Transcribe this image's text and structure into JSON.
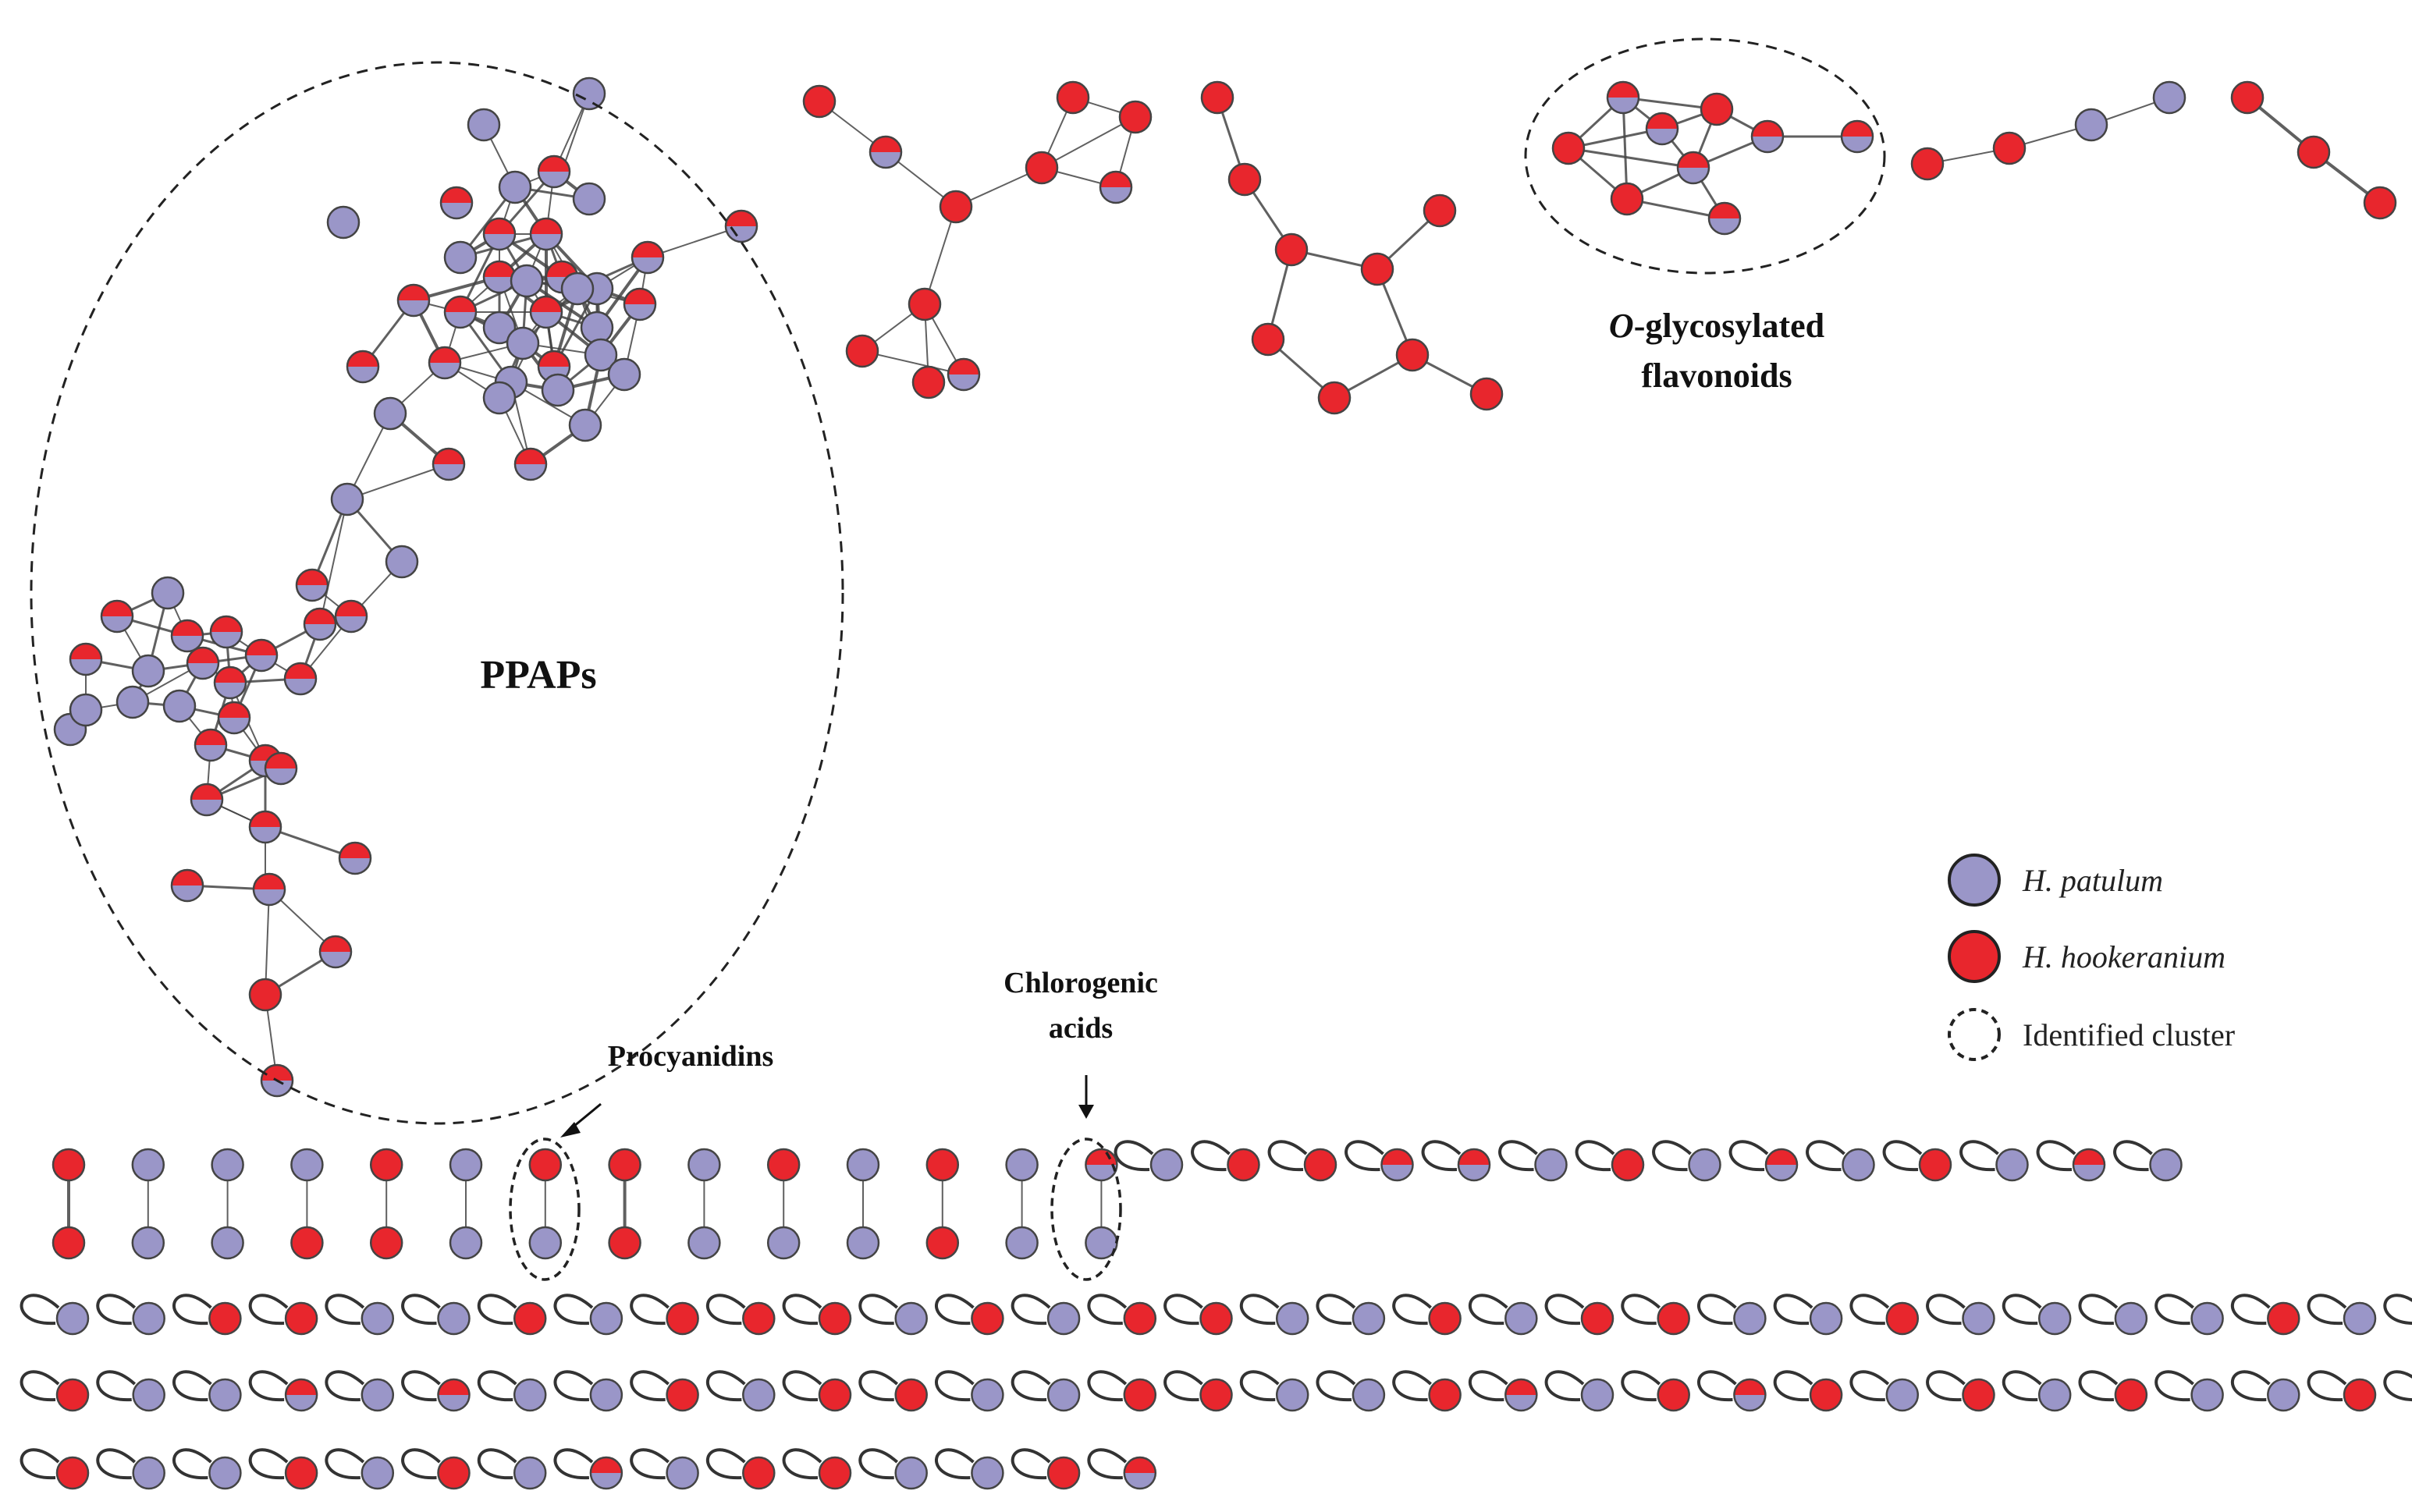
{
  "colors": {
    "patulum": "#9a96c8",
    "hookeranium": "#e8262d",
    "node_stroke": "#444444",
    "edge": "#444444",
    "cluster_outline": "#222222"
  },
  "labels": {
    "ppaps": "PPAPs",
    "oglyco_line1_italic": "O",
    "oglyco_line1_rest": "-glycosylated",
    "oglyco_line2": "flavonoids",
    "procyanidins": "Procyanidins",
    "chlorogenic_line1": "Chlorogenic",
    "chlorogenic_line2": "acids"
  },
  "legend": {
    "items": [
      {
        "label": "H. patulum",
        "style": "patulum"
      },
      {
        "label": "H. hookeranium",
        "style": "hookeranium"
      },
      {
        "label": "Identified cluster",
        "style": "cluster"
      }
    ]
  },
  "networks": {
    "pair_colors": [
      [
        "hookeranium",
        "hookeranium"
      ],
      [
        "patulum",
        "patulum"
      ],
      [
        "patulum",
        "patulum"
      ],
      [
        "patulum",
        "hookeranium"
      ],
      [
        "hookeranium",
        "hookeranium"
      ],
      [
        "patulum",
        "patulum"
      ],
      [
        "hookeranium",
        "patulum"
      ],
      [
        "hookeranium",
        "hookeranium"
      ],
      [
        "patulum",
        "patulum"
      ],
      [
        "hookeranium",
        "patulum"
      ],
      [
        "patulum",
        "patulum"
      ],
      [
        "hookeranium",
        "hookeranium"
      ],
      [
        "patulum",
        "patulum"
      ],
      [
        "mixed",
        "patulum"
      ]
    ],
    "self_loop_rows": [
      [
        "patulum",
        "hookeranium",
        "hookeranium",
        "mixed",
        "mixed",
        "patulum",
        "hookeranium",
        "patulum",
        "mixed",
        "patulum",
        "hookeranium",
        "patulum",
        "mixed",
        "patulum"
      ],
      [
        "patulum",
        "patulum",
        "hookeranium",
        "hookeranium",
        "patulum",
        "patulum",
        "hookeranium",
        "patulum",
        "hookeranium",
        "hookeranium",
        "hookeranium",
        "patulum",
        "hookeranium",
        "patulum",
        "hookeranium",
        "hookeranium",
        "patulum",
        "patulum",
        "hookeranium",
        "patulum",
        "hookeranium",
        "hookeranium",
        "patulum",
        "patulum",
        "hookeranium",
        "patulum",
        "patulum",
        "patulum",
        "patulum",
        "hookeranium",
        "patulum",
        "hookeranium"
      ],
      [
        "hookeranium",
        "patulum",
        "patulum",
        "mixed",
        "patulum",
        "mixed",
        "patulum",
        "patulum",
        "hookeranium",
        "patulum",
        "hookeranium",
        "hookeranium",
        "patulum",
        "patulum",
        "hookeranium",
        "hookeranium",
        "patulum",
        "patulum",
        "hookeranium",
        "mixed",
        "patulum",
        "hookeranium",
        "mixed",
        "hookeranium",
        "patulum",
        "hookeranium",
        "patulum",
        "hookeranium",
        "patulum",
        "patulum",
        "hookeranium",
        "patulum"
      ],
      [
        "hookeranium",
        "patulum",
        "patulum",
        "hookeranium",
        "patulum",
        "hookeranium",
        "patulum",
        "mixed",
        "patulum",
        "hookeranium",
        "hookeranium",
        "patulum",
        "patulum",
        "hookeranium",
        "mixed"
      ]
    ]
  }
}
